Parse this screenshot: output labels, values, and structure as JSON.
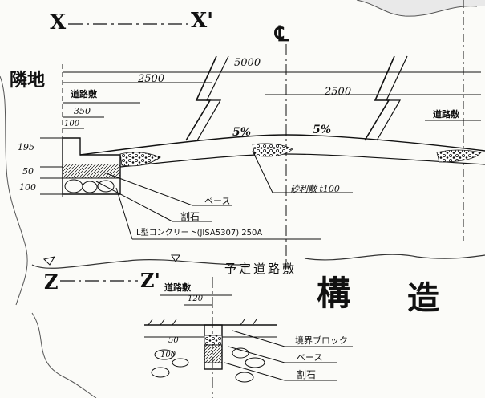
{
  "section_labels": {
    "x": "X",
    "x_prime": "X'",
    "z": "Z",
    "z_prime": "Z'",
    "centerline": "℄"
  },
  "top_section": {
    "neighbor_land": "隣地",
    "total_width": "5000",
    "half_left": "2500",
    "half_right": "2500",
    "sidewalk_left": "道路敷",
    "sidewalk_right": "道路敷",
    "dim_350": "350",
    "dim_100_top": "100",
    "slope_left": "5%",
    "slope_right": "5%",
    "dim_195": "195",
    "dim_50": "50",
    "dim_100": "100",
    "gravel_label": "砂利敷 t100",
    "base_label": "ベース",
    "stone_label": "割石",
    "concrete_label": "L型コンクリート(JISA5307) 250A"
  },
  "bottom_section": {
    "planned_road": "予定道路敷",
    "sidewalk": "道路敷",
    "dim_120": "120",
    "dim_50": "50",
    "dim_100": "100",
    "block_label": "境界ブロック",
    "base_label": "ベース",
    "stone_label": "割石",
    "struct_char_1": "構",
    "struct_char_2": "造"
  }
}
